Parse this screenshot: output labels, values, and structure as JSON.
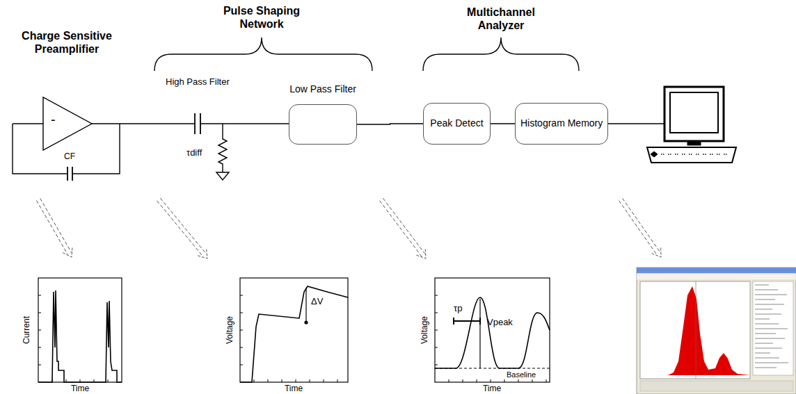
{
  "diagram": {
    "nodes": [
      {
        "text": [
          "Low Pass Filter"
        ]
      },
      {
        "text": [
          "Peak Detect"
        ]
      },
      {
        "text": [
          "Histogram Memory"
        ]
      }
    ],
    "edges": [
      {
        "from": 0,
        "to": 1,
        "arrow": "none"
      },
      {
        "from": 1,
        "to": 2,
        "arrow": "none"
      }
    ],
    "labels": [
      "Charge Sensitive Preamplifier",
      "Pulse Shaping Network",
      "Multichannel Analyzer",
      "High Pass Filter",
      "-",
      "CF",
      "τdiff",
      "Current",
      "Time",
      "Voltage",
      "Time",
      "ΔV",
      "Voltage",
      "Time",
      "τp",
      "Vpeak",
      "Baseline"
    ]
  }
}
